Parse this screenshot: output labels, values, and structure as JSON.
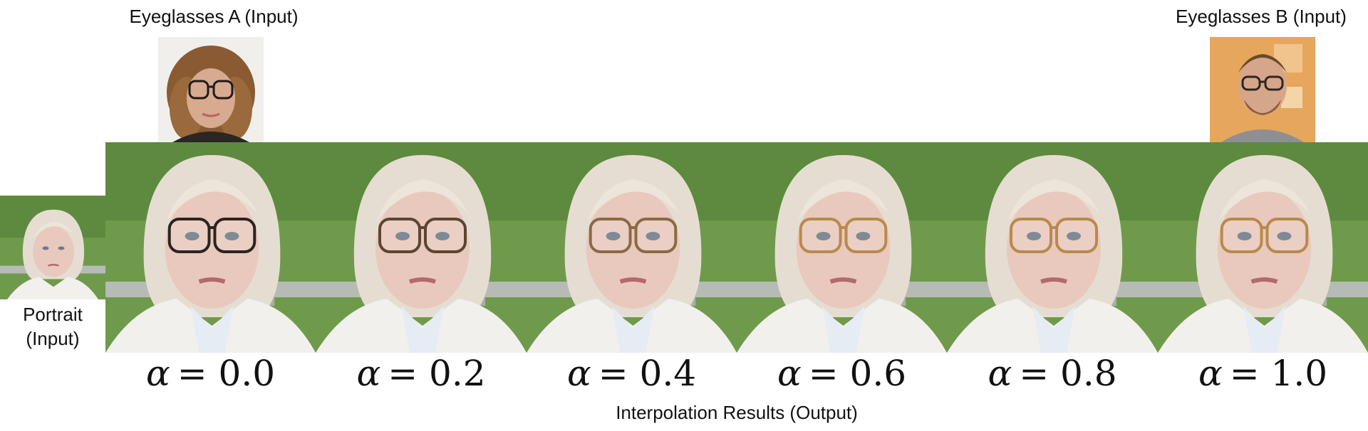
{
  "labels": {
    "eyeglasses_a": "Eyeglasses A (Input)",
    "eyeglasses_b": "Eyeglasses B (Input)",
    "portrait_line1": "Portrait",
    "portrait_line2": "(Input)",
    "output_caption": "Interpolation Results (Output)"
  },
  "alpha_symbol": "α",
  "alpha_values": [
    "= 0.0",
    "= 0.2",
    "= 0.4",
    "= 0.6",
    "= 0.8",
    "= 1.0"
  ],
  "colors": {
    "background_green": "#6f9a4c",
    "hair": "#e6ddd2",
    "skin": "#e9c9bd",
    "jacket": "#f2f0ec",
    "frame_black": "#2a2420",
    "frame_gold": "#b88a4a"
  }
}
